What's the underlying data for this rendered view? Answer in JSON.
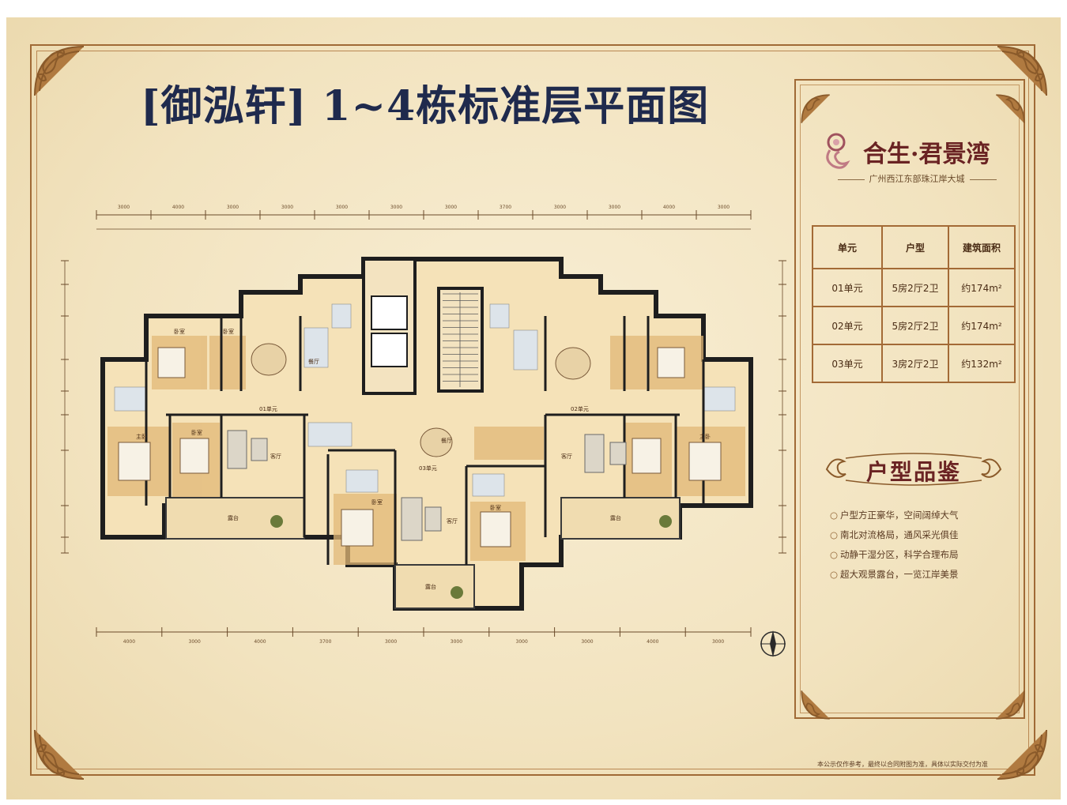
{
  "title": "[御泓轩] 1~4栋标准层平面图",
  "brand": {
    "name": "合生·君景湾",
    "subtitle": "广州西江东部珠江岸大城"
  },
  "unit_table": {
    "headers": [
      "单元",
      "户型",
      "建筑面积"
    ],
    "rows": [
      {
        "unit": "01单元",
        "layout": "5房2厅2卫",
        "area": "约174m²"
      },
      {
        "unit": "02单元",
        "layout": "5房2厅2卫",
        "area": "约174m²"
      },
      {
        "unit": "03单元",
        "layout": "3房2厅2卫",
        "area": "约132m²"
      }
    ]
  },
  "features": {
    "heading": "户型品鉴",
    "items": [
      "户型方正豪华，空间阔绰大气",
      "南北对流格局，通风采光俱佳",
      "动静干湿分区，科学合理布局",
      "超大观景露台，一览江岸美景"
    ]
  },
  "plan": {
    "unit_labels": [
      "01单元",
      "02单元",
      "03单元"
    ],
    "dimension_labels_top": [
      "3000",
      "4000",
      "3000",
      "3000",
      "3000",
      "3000",
      "3000",
      "3700",
      "3000",
      "3000",
      "4000",
      "3000"
    ],
    "dimension_labels_bottom": [
      "4000",
      "3000",
      "4000",
      "3700",
      "3000",
      "3000",
      "3000",
      "3000",
      "4000",
      "3000"
    ],
    "room_labels": [
      "卧室",
      "卧室",
      "餐厅",
      "客厅",
      "露台",
      "卧室",
      "主卧",
      "卧室",
      "客厅",
      "餐厅",
      "露台",
      "卧室",
      "主卧",
      "客厅",
      "露台"
    ]
  },
  "footnote": "本公示仅作参考，最终以合同附图为准，具体以实际交付为准"
}
